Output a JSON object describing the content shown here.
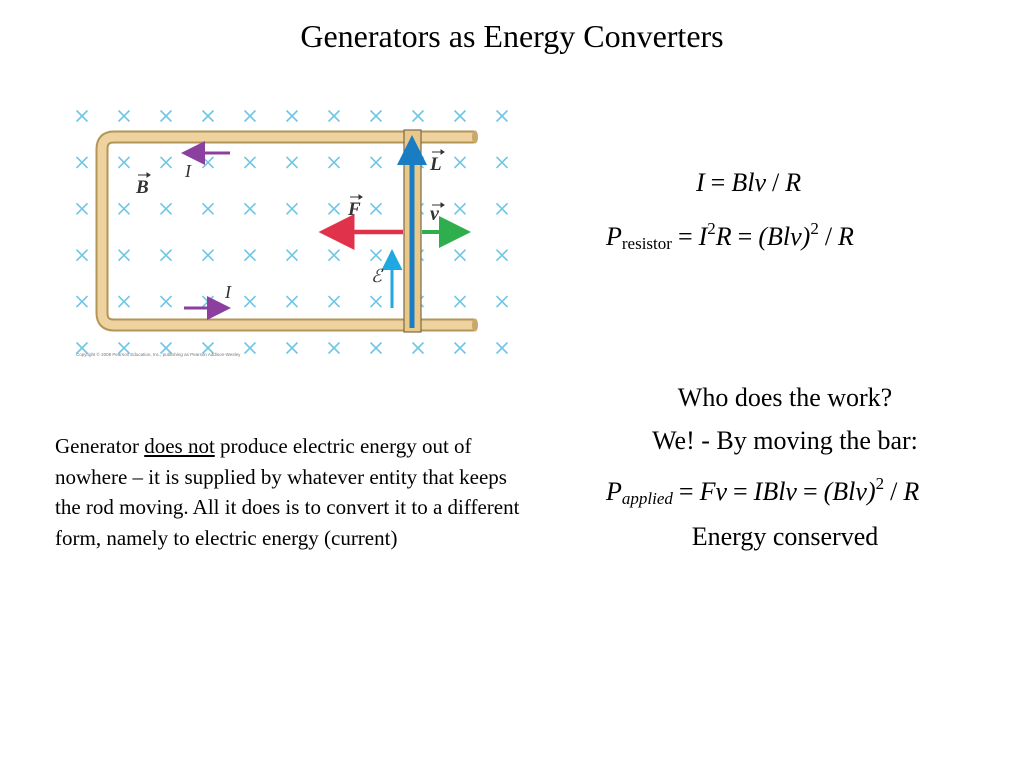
{
  "slide": {
    "title": "Generators as Energy Converters"
  },
  "figure": {
    "label_B": "B",
    "label_L": "L",
    "label_F": "F",
    "label_v": "v",
    "label_emf": "ℰ",
    "label_I_top": "I",
    "label_I_bottom": "I",
    "copyright": "Copyright © 2008 Pearson Education, Inc., publishing as Pearson Addison-Wesley"
  },
  "equations": {
    "eq1": {
      "I": "I",
      "eq": "=",
      "Blv": "Blv",
      "slash": "/",
      "R": "R"
    },
    "eq2": {
      "P": "P",
      "sub": "resistor",
      "eq1": "=",
      "I": "I",
      "sq1": "2",
      "R1": "R",
      "eq2": "=",
      "Blv": "(Blv)",
      "sq2": "2",
      "slash": "/",
      "R2": "R"
    },
    "eq3": {
      "P": "P",
      "sub": "applied",
      "eq1": "=",
      "Fv": "Fv",
      "eq2": "=",
      "IBlv": "IBlv",
      "eq3": "=",
      "Blv": "(Blv)",
      "sq": "2",
      "slash": "/",
      "R": "R"
    }
  },
  "text": {
    "who": "Who does the work?",
    "we": "We! - By moving the bar:",
    "conserved": "Energy conserved",
    "para_start": "Generator ",
    "para_underline": "does not",
    "para_rest": " produce electric energy out of nowhere – it is supplied by whatever entity that keeps the rod moving. All it does is to convert it to a different form, namely to electric energy (current)"
  },
  "colors": {
    "field_x": "#6ec6e6",
    "rail": "#e8c98a",
    "current_arrow": "#8b3f9e",
    "force_arrow": "#e0324b",
    "velocity_arrow": "#2fae4e",
    "length_arrow": "#1a7cc2",
    "emf_arrow": "#20a8e0"
  }
}
